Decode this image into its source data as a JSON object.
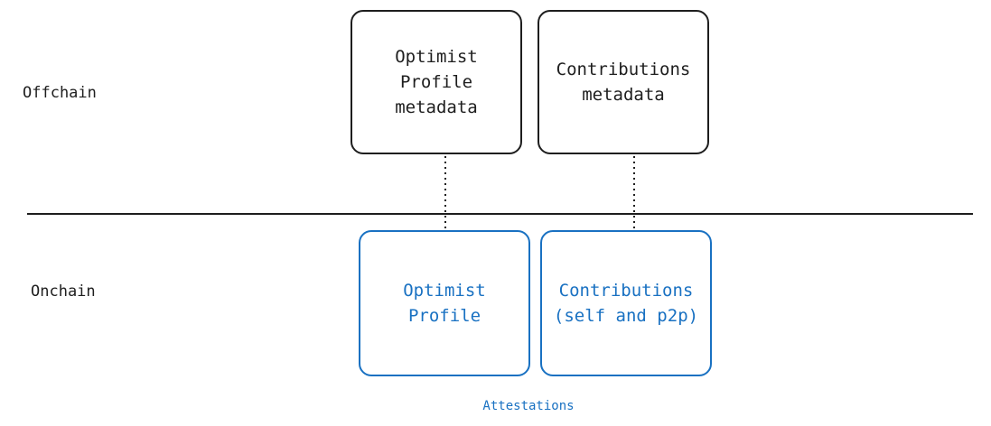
{
  "row_labels": {
    "offchain": "Offchain",
    "onchain": "Onchain"
  },
  "offchain_boxes": {
    "profile_metadata": "Optimist Profile\nmetadata",
    "contributions_metadata": "Contributions\nmetadata"
  },
  "onchain_boxes": {
    "profile": "Optimist Profile",
    "contributions": "Contributions\n(self and p2p)"
  },
  "caption": "Attestations",
  "colors": {
    "offchain": "#1e1e1e",
    "onchain": "#1971c2",
    "background": "#ffffff"
  }
}
